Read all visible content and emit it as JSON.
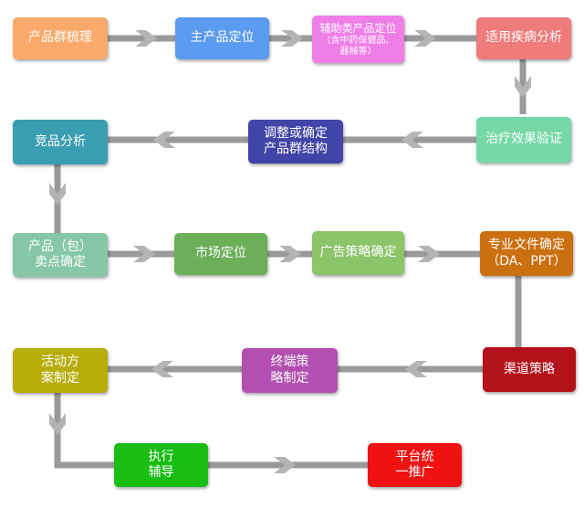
{
  "colors": {
    "connector": "#9a9a9a",
    "chevron": "#b4b4b4"
  },
  "nodes": {
    "n1": {
      "lines": [
        "产品群梳理"
      ],
      "color": "#F9A96B"
    },
    "n2": {
      "lines": [
        "主产品定位"
      ],
      "color": "#5B9BF0"
    },
    "n3": {
      "lines": [
        "辅助类产品定位"
      ],
      "sub": [
        "（含中药保健品、",
        "器械等）"
      ],
      "color": "#F07EE8"
    },
    "n4": {
      "lines": [
        "适用疾病分析"
      ],
      "color": "#F07B7B"
    },
    "n5": {
      "lines": [
        "治疗效果验证"
      ],
      "color": "#76D8A6"
    },
    "n6": {
      "lines": [
        "调整或确定",
        "产品群结构"
      ],
      "color": "#4145A8"
    },
    "n7": {
      "lines": [
        "竞品分析"
      ],
      "color": "#3A9EB2"
    },
    "n8": {
      "lines": [
        "产品（包）",
        "卖点确定"
      ],
      "color": "#86C7A6"
    },
    "n9": {
      "lines": [
        "市场定位"
      ],
      "color": "#6BAF59"
    },
    "n10": {
      "lines": [
        "广告策略确定"
      ],
      "color": "#8CC46A"
    },
    "n11": {
      "lines": [
        "专业文件确定",
        "（DA、PPT）"
      ],
      "color": "#CB7010"
    },
    "n12": {
      "lines": [
        "渠道策略"
      ],
      "color": "#B3121A"
    },
    "n13": {
      "lines": [
        "终端策",
        "略制定"
      ],
      "color": "#B24FB0"
    },
    "n14": {
      "lines": [
        "活动方",
        "案制定"
      ],
      "color": "#B7AD0B"
    },
    "n15": {
      "lines": [
        "执行",
        "辅导"
      ],
      "color": "#19BD13"
    },
    "n16": {
      "lines": [
        "平台统",
        "一推广"
      ],
      "color": "#F01212"
    }
  }
}
